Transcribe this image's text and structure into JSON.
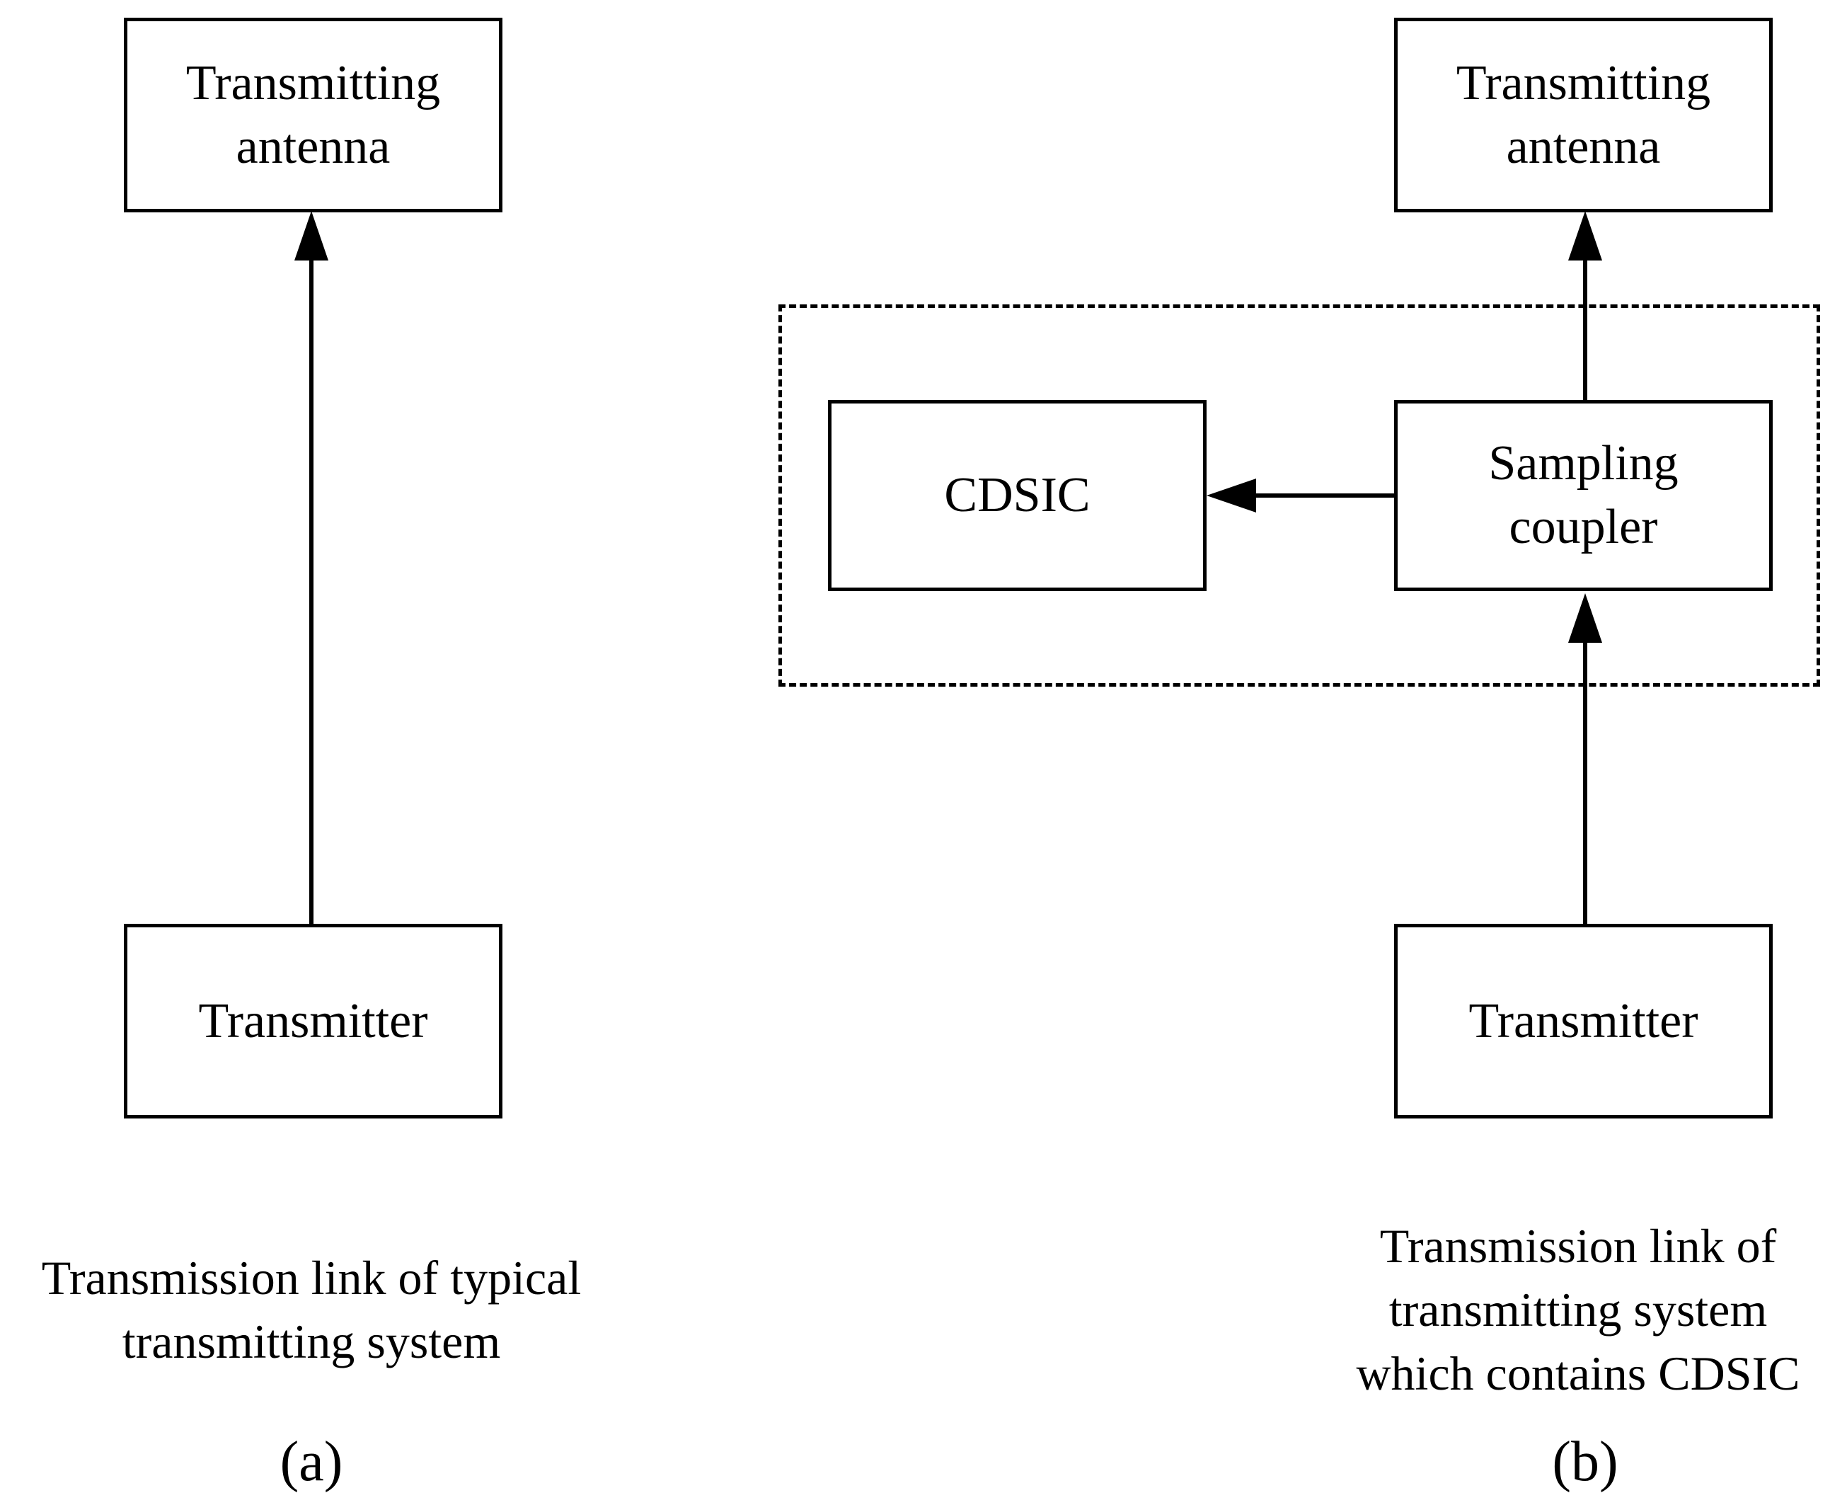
{
  "panel_a": {
    "antenna_box": {
      "line1": "Transmitting",
      "line2": "antenna"
    },
    "transmitter_box": {
      "label": "Transmitter"
    },
    "caption": {
      "line1": "Transmission link of typical",
      "line2": "transmitting system"
    },
    "panel_label": "(a)"
  },
  "panel_b": {
    "antenna_box": {
      "line1": "Transmitting",
      "line2": "antenna"
    },
    "cdsic_box": {
      "label": "CDSIC"
    },
    "coupler_box": {
      "line1": "Sampling",
      "line2": "coupler"
    },
    "transmitter_box": {
      "label": "Transmitter"
    },
    "caption": {
      "line1": "Transmission link of",
      "line2": "transmitting system",
      "line3": "which contains CDSIC"
    },
    "panel_label": "(b)"
  }
}
